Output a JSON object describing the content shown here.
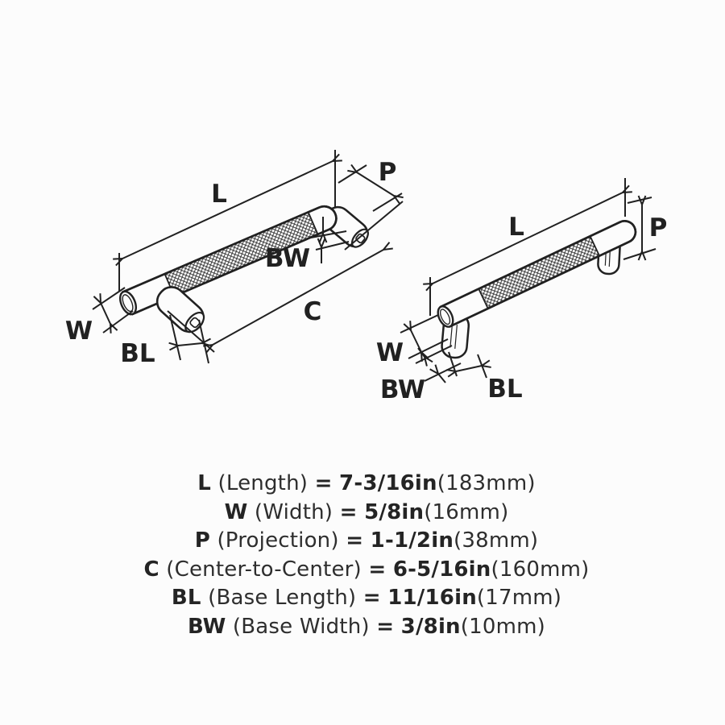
{
  "page": {
    "background": "#fcfcfc",
    "ink": "#212121",
    "description": "Technical dimension diagram of a knurled bar cabinet pull, two views plus dimension legend"
  },
  "drawings": {
    "left": {
      "view": "perspective-view",
      "labels": {
        "L": "L",
        "P": "P",
        "BW": "BW",
        "C": "C",
        "W": "W",
        "BL": "BL"
      }
    },
    "right": {
      "view": "side-view",
      "labels": {
        "L": "L",
        "P": "P",
        "W": "W",
        "BW": "BW",
        "BL": "BL"
      }
    }
  },
  "legend": {
    "lines": [
      {
        "symbol": "L",
        "name": "(Length)",
        "equals": "=",
        "value": "7-3/16in",
        "metric": "(183mm)"
      },
      {
        "symbol": "W",
        "name": "(Width)",
        "equals": "=",
        "value": "5/8in",
        "metric": "(16mm)"
      },
      {
        "symbol": "P",
        "name": "(Projection)",
        "equals": "=",
        "value": "1-1/2in",
        "metric": "(38mm)"
      },
      {
        "symbol": "C",
        "name": "(Center-to-Center)",
        "equals": "=",
        "value": "6-5/16in",
        "metric": "(160mm)"
      },
      {
        "symbol": "BL",
        "name": "(Base Length)",
        "equals": "=",
        "value": "11/16in",
        "metric": "(17mm)"
      },
      {
        "symbol": "BW",
        "name": "(Base Width)",
        "equals": "=",
        "value": "3/8in",
        "metric": "(10mm)"
      }
    ]
  }
}
